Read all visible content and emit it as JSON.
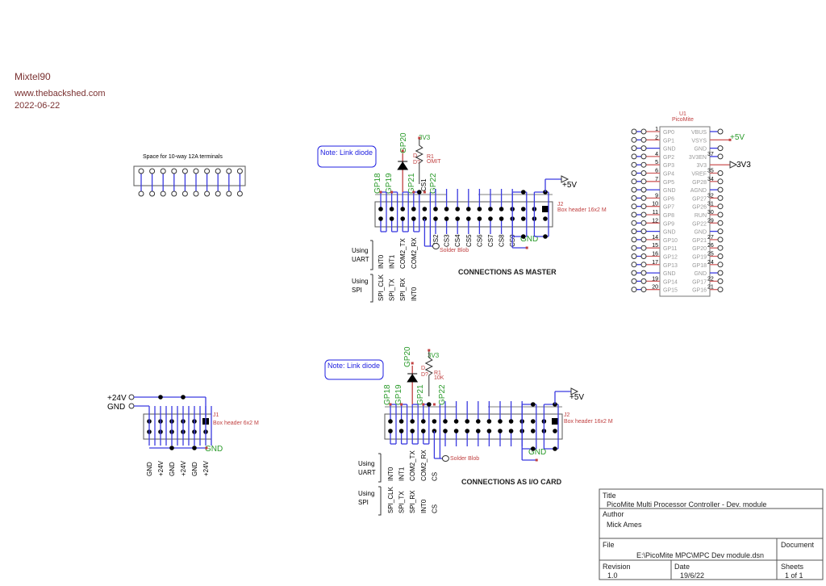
{
  "header": {
    "name": "Mixtel90",
    "website": "www.thebackshed.com",
    "date": "2022-06-22"
  },
  "terminals": {
    "caption": "Space for 10-way 12A terminals"
  },
  "master": {
    "note": "Note: Link diode",
    "title": "CONNECTIONS AS MASTER",
    "gp_labels": [
      "GP18",
      "GP19",
      "GP21",
      "GP22"
    ],
    "gp20": "GP20",
    "v33": "3V3",
    "r_ref": "R1",
    "r_val": "OMIT",
    "d_marks": [
      "D",
      "D?"
    ],
    "cs1": "CS1",
    "cs_labels": [
      "CS2",
      "CS3",
      "CS4",
      "CS5",
      "CS6",
      "CS7",
      "CS8",
      "CS9"
    ],
    "solder": "Solder Blob",
    "j_ref": "J2",
    "j_name": "Box header 16x2 M",
    "v5": "+5V",
    "gnd": "GND",
    "uart_using": [
      "Using",
      "UART"
    ],
    "uart_labels": [
      "INT0",
      "INT1",
      "COM2_TX",
      "COM2_RX"
    ],
    "spi_using": [
      "Using",
      "SPI"
    ],
    "spi_labels": [
      "SPI_CLK",
      "SPI_TX",
      "SPI_RX",
      "INT0"
    ]
  },
  "io": {
    "note": "Note: Link diode",
    "title": "CONNECTIONS AS I/O CARD",
    "gp_labels": [
      "GP18",
      "GP19",
      "GP21",
      "GP22"
    ],
    "gp20": "GP20",
    "v33": "3V3",
    "r_ref": "R1",
    "r_val": "10K",
    "d_marks": [
      "D",
      "D?"
    ],
    "solder": "Solder Blob",
    "j_ref": "J2",
    "j_name": "Box header 16x2 M",
    "v5": "+5V",
    "gnd": "GND",
    "uart_using": [
      "Using",
      "UART"
    ],
    "uart_labels": [
      "INT0",
      "INT1",
      "COM2_TX",
      "COM2_RX",
      "CS"
    ],
    "spi_using": [
      "Using",
      "SPI"
    ],
    "spi_labels": [
      "SPI_CLK",
      "SPI_TX",
      "SPI_RX",
      "INT0",
      "CS"
    ]
  },
  "j1": {
    "plus24": "+24V",
    "gnd_in": "GND",
    "ref": "J1",
    "name": "Box header 6x2 M",
    "gnd": "GND",
    "pin_labels": [
      "GND",
      "+24V",
      "GND",
      "+24V",
      "GND",
      "+24V"
    ]
  },
  "u1": {
    "ref": "U1",
    "name": "PicoMite",
    "v5": "+5V",
    "v33": "3V3",
    "left": [
      {
        "num": "1",
        "name": "GP0"
      },
      {
        "num": "2",
        "name": "GP1"
      },
      {
        "num": "",
        "name": "GND"
      },
      {
        "num": "4",
        "name": "GP2"
      },
      {
        "num": "5",
        "name": "GP3"
      },
      {
        "num": "6",
        "name": "GP4"
      },
      {
        "num": "7",
        "name": "GP5"
      },
      {
        "num": "",
        "name": "GND"
      },
      {
        "num": "9",
        "name": "GP6"
      },
      {
        "num": "10",
        "name": "GP7"
      },
      {
        "num": "11",
        "name": "GP8"
      },
      {
        "num": "12",
        "name": "GP9"
      },
      {
        "num": "",
        "name": "GND"
      },
      {
        "num": "14",
        "name": "GP10"
      },
      {
        "num": "15",
        "name": "GP11"
      },
      {
        "num": "16",
        "name": "GP12"
      },
      {
        "num": "17",
        "name": "GP13"
      },
      {
        "num": "",
        "name": "GND"
      },
      {
        "num": "19",
        "name": "GP14"
      },
      {
        "num": "20",
        "name": "GP15"
      }
    ],
    "right": [
      {
        "num": "",
        "name": "VBUS"
      },
      {
        "num": "",
        "name": "VSYS"
      },
      {
        "num": "",
        "name": "GND"
      },
      {
        "num": "37",
        "name": "3V3EN"
      },
      {
        "num": "",
        "name": "3V3"
      },
      {
        "num": "35",
        "name": "VREF"
      },
      {
        "num": "34",
        "name": "GP28"
      },
      {
        "num": "",
        "name": "AGND"
      },
      {
        "num": "32",
        "name": "GP27"
      },
      {
        "num": "31",
        "name": "GP26"
      },
      {
        "num": "30",
        "name": "RUN"
      },
      {
        "num": "29",
        "name": "GP22"
      },
      {
        "num": "",
        "name": "GND"
      },
      {
        "num": "27",
        "name": "GP21"
      },
      {
        "num": "26",
        "name": "GP20"
      },
      {
        "num": "25",
        "name": "GP19"
      },
      {
        "num": "24",
        "name": "GP18"
      },
      {
        "num": "",
        "name": "GND"
      },
      {
        "num": "22",
        "name": "GP17"
      },
      {
        "num": "21",
        "name": "GP16"
      }
    ]
  },
  "title_block": {
    "title_label": "Title",
    "title": "PicoMite Multi Processor Controller - Dev. module",
    "author_label": "Author",
    "author": "Mick Ames",
    "file_label": "File",
    "file": "E:\\PicoMite MPC\\MPC Dev module.dsn",
    "document_label": "Document",
    "revision_label": "Revision",
    "revision": "1.0",
    "date_label": "Date",
    "date": "19/6/22",
    "sheets_label": "Sheets",
    "sheets": "1 of 1"
  },
  "colors": {
    "wire": "#3a3ae0",
    "net_label": "#2a9a2a",
    "part_label": "#c04040",
    "header_text": "#7a3030"
  }
}
